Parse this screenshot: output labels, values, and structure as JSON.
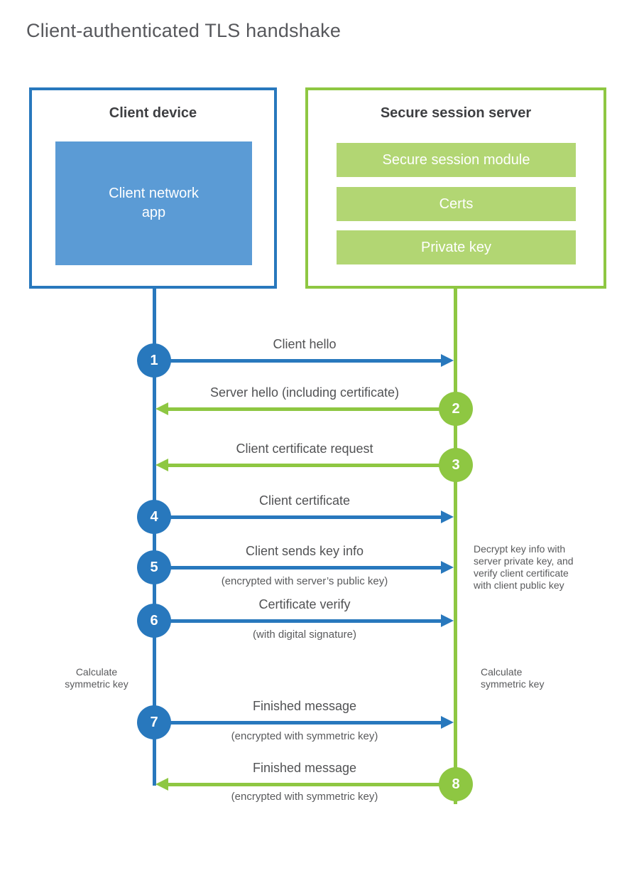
{
  "page": {
    "title": "Client-authenticated TLS handshake"
  },
  "client": {
    "title": "Client device",
    "app_label": "Client network\napp"
  },
  "server": {
    "title": "Secure session server",
    "modules": [
      "Secure session module",
      "Certs",
      "Private key"
    ]
  },
  "messages": [
    {
      "num": "1",
      "label": "Client hello",
      "direction": "client-to-server"
    },
    {
      "num": "2",
      "label": "Server hello (including certificate)",
      "direction": "server-to-client"
    },
    {
      "num": "3",
      "label": "Client certificate request",
      "direction": "server-to-client"
    },
    {
      "num": "4",
      "label": "Client certificate",
      "direction": "client-to-server"
    },
    {
      "num": "5",
      "label": "Client sends key info",
      "sub": "(encrypted with server’s public key)",
      "direction": "client-to-server"
    },
    {
      "num": "6",
      "label": "Certificate verify",
      "sub": "(with digital signature)",
      "direction": "client-to-server"
    },
    {
      "num": "7",
      "label": "Finished message",
      "sub": "(encrypted with symmetric key)",
      "direction": "client-to-server"
    },
    {
      "num": "8",
      "label": "Finished message",
      "sub": "(encrypted with symmetric key)",
      "direction": "server-to-client"
    }
  ],
  "annotations": {
    "decrypt_note": "Decrypt key info with\nserver private key, and\nverify client certificate\nwith client public key",
    "calc_left": "Calculate\nsymmetric key",
    "calc_right": "Calculate\nsymmetric key"
  },
  "colors": {
    "blue_stroke": "#2878bd",
    "blue_fill": "#5b9bd5",
    "green_stroke": "#8ec742",
    "green_fill": "#b2d673",
    "title_text": "#57585c",
    "heading_text": "#3e3f42",
    "label_text": "#515254"
  }
}
